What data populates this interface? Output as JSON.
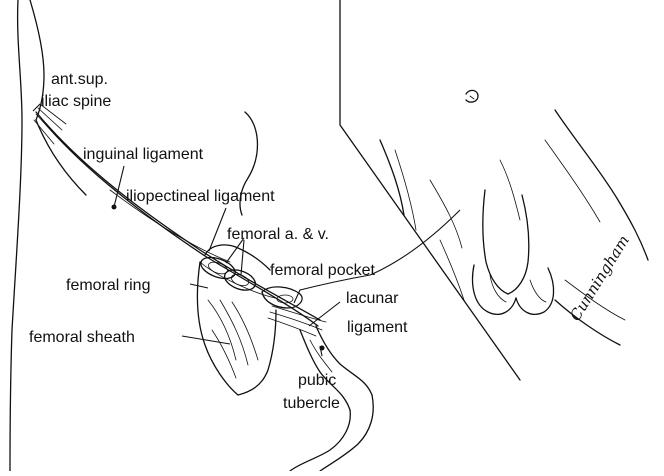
{
  "labels": {
    "ant_sup_line1": "ant.sup.",
    "ant_sup_line2": "iliac spine",
    "inguinal_ligament": "inguinal ligament",
    "iliopectineal_ligament": "iliopectineal ligament",
    "femoral_a_v": "femoral a. & v.",
    "femoral_pocket": "femoral pocket",
    "femoral_ring": "femoral ring",
    "lacunar_line1": "lacunar",
    "lacunar_line2": "ligament",
    "femoral_sheath": "femoral sheath",
    "pubic_line1": "pubic",
    "pubic_line2": "tubercle"
  },
  "signature": "Cunningham"
}
